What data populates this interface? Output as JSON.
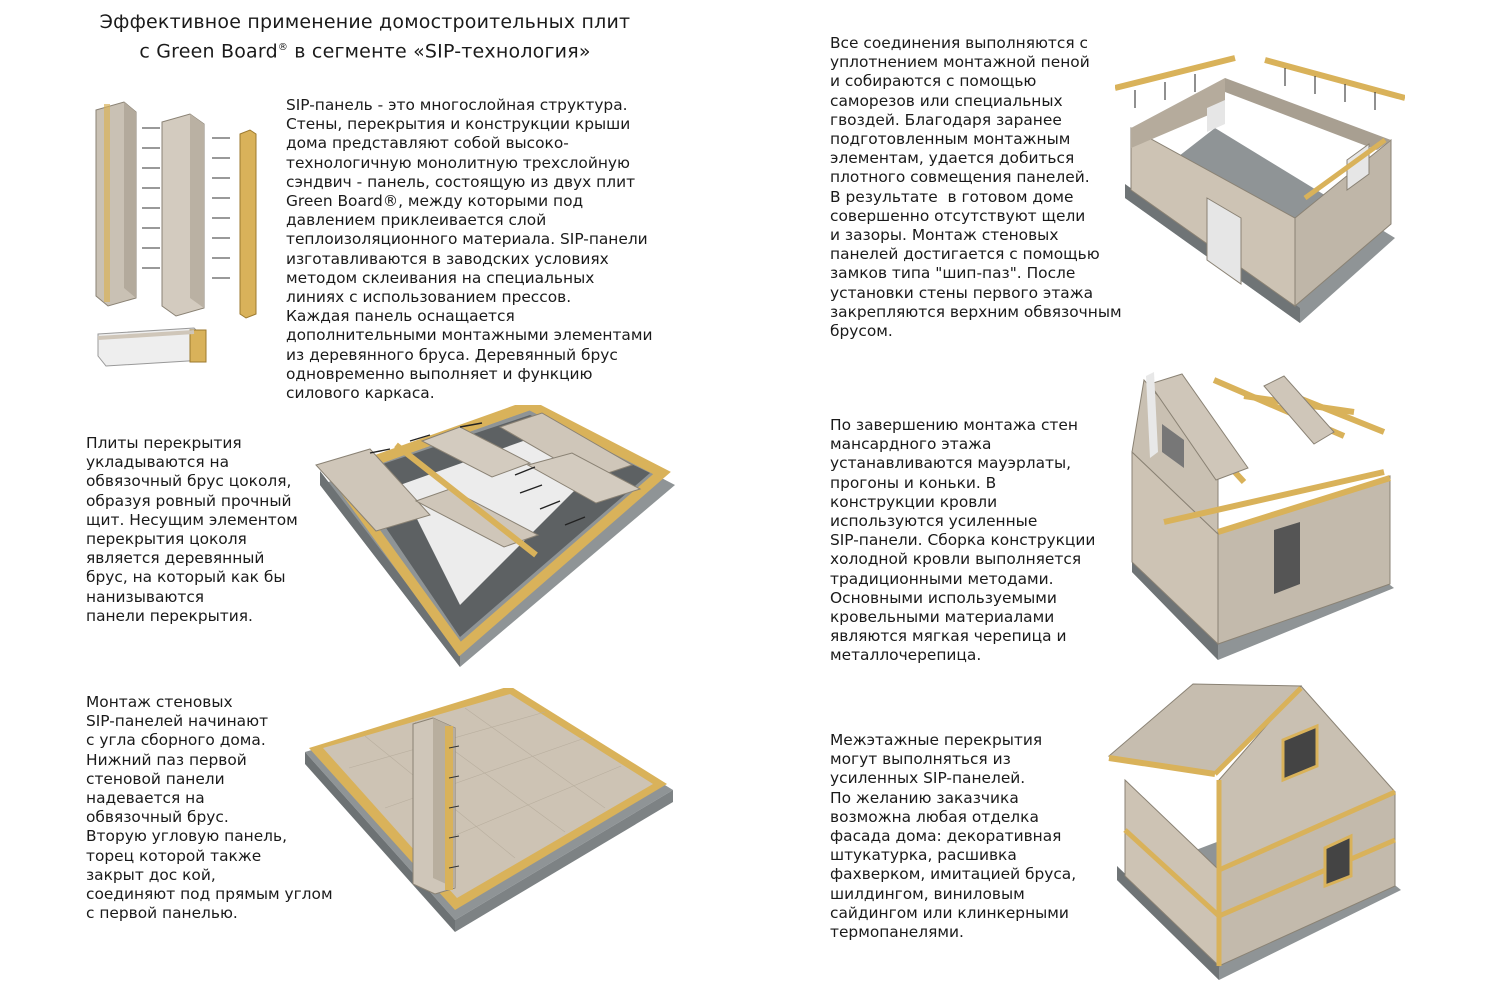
{
  "header": {
    "title_line1": "Эффективное применение домостроительных плит",
    "title_line2_pre": "с Green Board",
    "title_reg": "®",
    "title_line2_post": " в сегменте «SIP-технология»"
  },
  "sections": {
    "sip_panel": "SIP-панель - это многослойная структура.\nСтены, перекрытия и конструкции крыши\nдома представляют собой высоко-\nтехнологичную монолитную трехслойную\nсэндвич - панель, состоящую из двух плит\nGreen Board®, между которыми под\nдавлением приклеивается слой\nтеплоизоляционного материала. SIP-панели\nизготавливаются в заводских условиях\nметодом склеивания на специальных\nлиниях с использованием прессов.\nКаждая панель оснащается\nдополнительными монтажными элементами\nиз деревянного бруса. Деревянный брус\nодновременно выполняет и функцию\nсилового каркаса.",
    "floor_slabs": "Плиты перекрытия\nукладываются на\nобвязочный брус цоколя,\nобразуя ровный прочный\nщит. Несущим элементом\nперекрытия цоколя\nявляется деревянный\nбрус, на который как бы\nнанизываются\nпанели перекрытия.",
    "wall_mounting": "Монтаж стеновых\nSIP-панелей начинают\nс угла сборного дома.\nНижний паз первой\nстеновой панели\nнадевается на\nобвязочный брус.\nВторую угловую панель,\nторец которой также\nзакрыт дос кой,\nсоединяют под прямым углом\nс первой панелью.",
    "connections": "Все соединения выполняются с\nуплотнением монтажной пеной\nи собираются с помощью\nсаморезов или специальных\nгвоздей. Благодаря заранее\nподготовленным монтажным\nэлементам, удается добиться\nплотного совмещения панелей.\nВ результате  в готовом доме\nсовершенно отсутствуют щели\nи зазоры. Монтаж стеновых\nпанелей достигается с помощью\nзамков типа \"шип-паз\". После\nустановки стены первого этажа\nзакрепляются верхним обвязочным\nбрусом.",
    "roof": "По завершению монтажа стен\nмансардного этажа\nустанавливаются мауэрлаты,\nпрогоны и коньки. В\nконструкции кровли\nиспользуются усиленные\nSIP-панели. Сборка конструкции\nхолодной кровли выполняется\nтрадиционными методами.\nОсновными используемыми\nкровельными материалами\nявляются мягкая черепица и\nметаллочерепица.",
    "interfloor": "Межэтажные перекрытия\nмогут выполняться из\nусиленных SIP-панелей.\nПо желанию заказчика\nвозможна любая отделка\nфасада дома: декоративная\nштукатурка, расшивка\nфахверком, имитацией бруса,\nшилдингом, виниловым\nсайдингом или клинкерными\nтермопанелями."
  },
  "colors": {
    "osb": "#cfc6b9",
    "wood": "#d9b25a",
    "foundation": "#8f9496",
    "foam": "#eeeeee"
  }
}
